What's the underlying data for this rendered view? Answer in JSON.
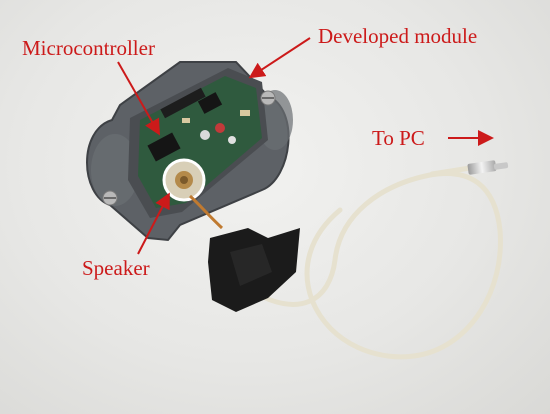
{
  "labels": {
    "microcontroller": "Microcontroller",
    "developed_module": "Developed module",
    "to_pc": "To PC",
    "speaker": "Speaker"
  },
  "colors": {
    "label": "#cc1a1a",
    "arrow": "#cc1a1a",
    "housing": "#5d6166",
    "pcb": "#2f5a3e",
    "cable": "#e6e1cf",
    "tape": "#1b1b1b",
    "background": "#e7e7e5"
  }
}
